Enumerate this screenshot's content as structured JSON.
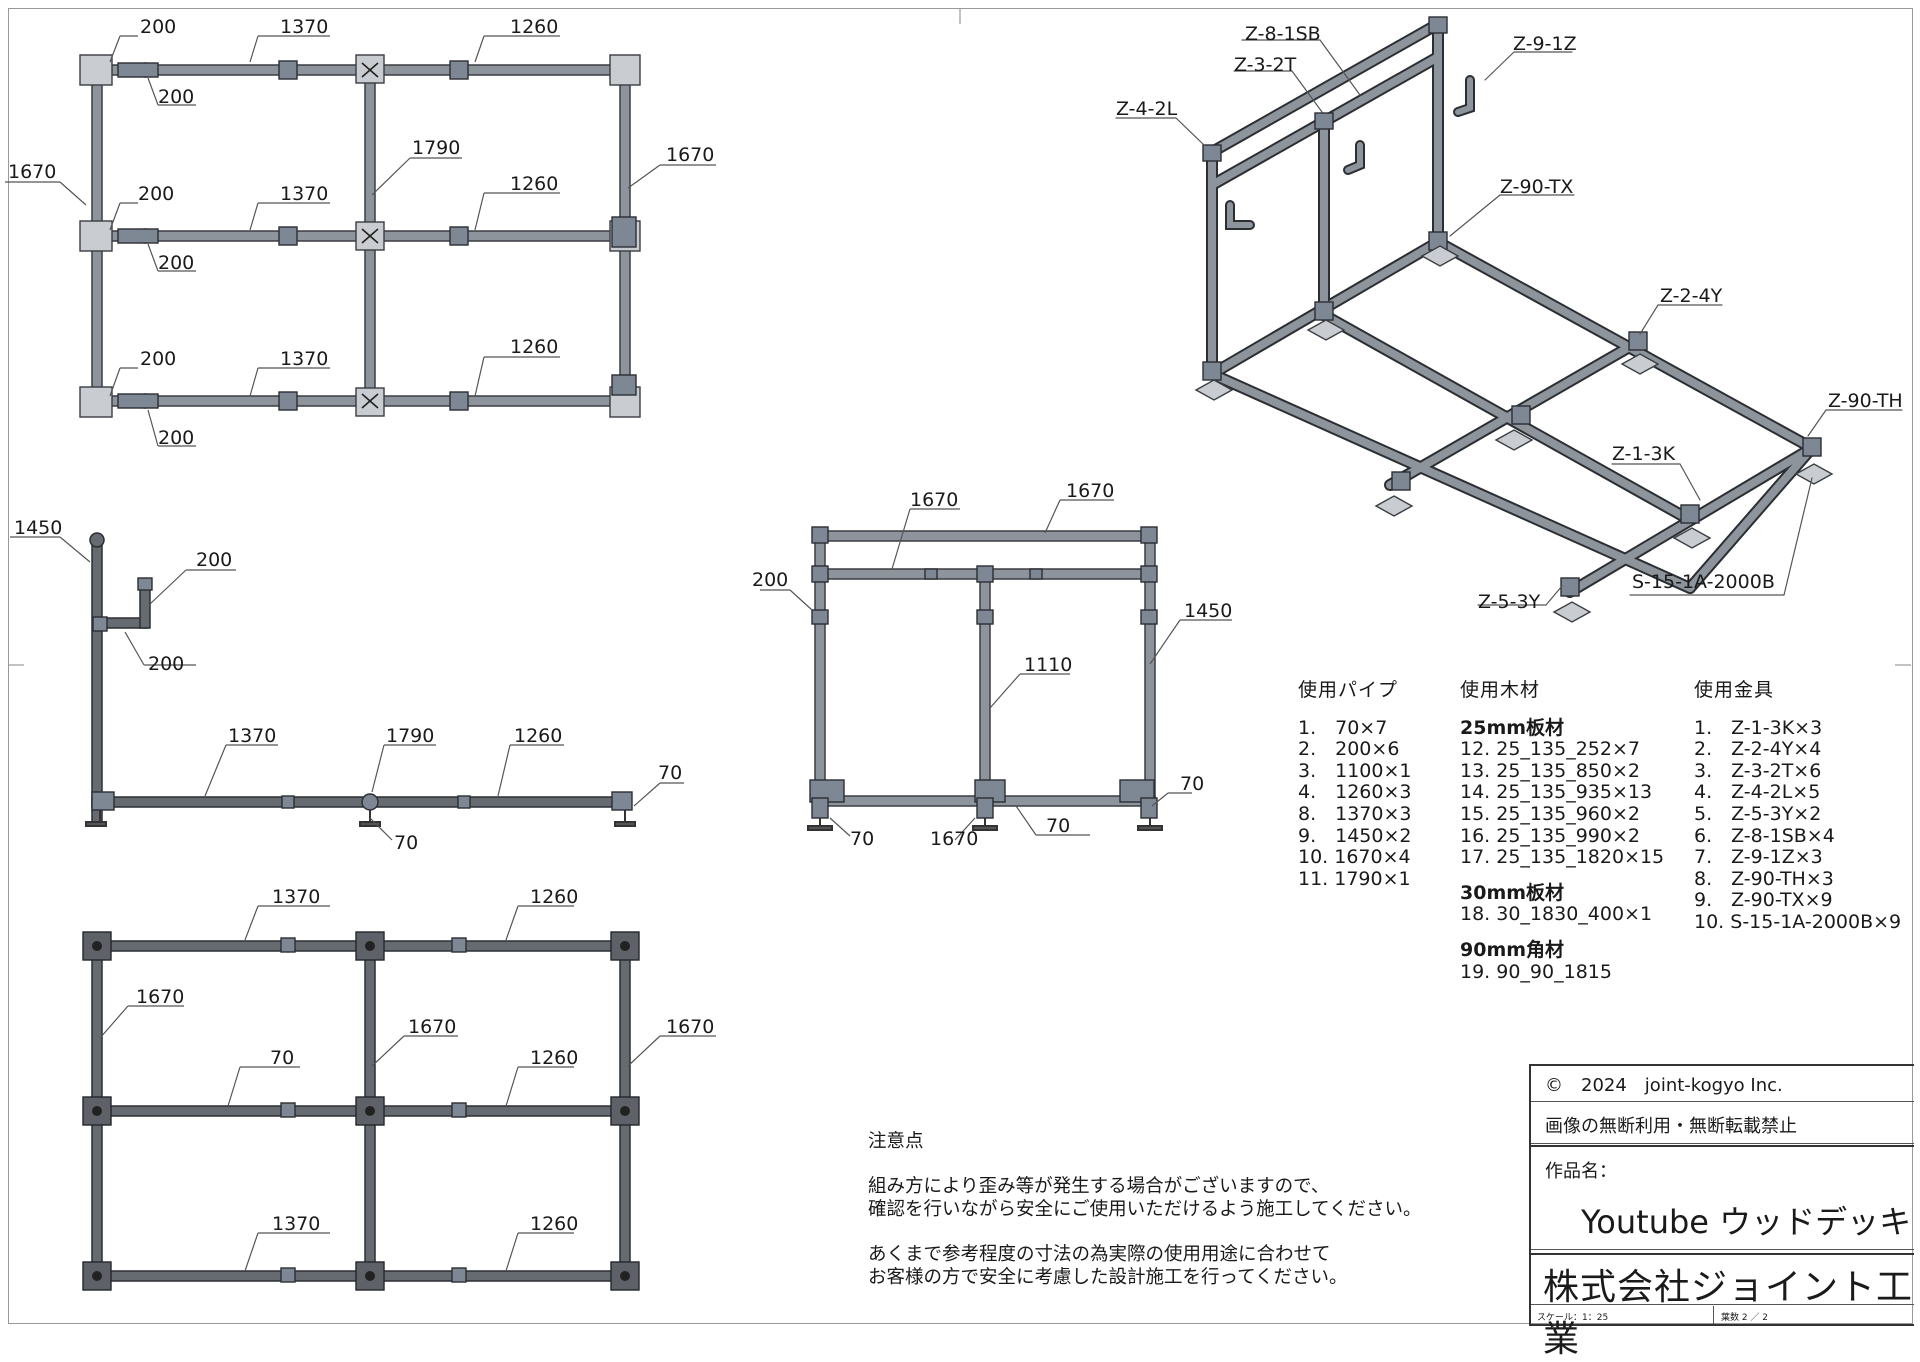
{
  "dims": {
    "top_view": [
      "200",
      "1370",
      "1260",
      "200",
      "1670",
      "200",
      "1370",
      "1790",
      "1260",
      "1670",
      "200",
      "200",
      "1370",
      "1260",
      "200"
    ],
    "side_view": [
      "1450",
      "200",
      "200",
      "1370",
      "1790",
      "1260",
      "70",
      "70"
    ],
    "bottom_view": [
      "1370",
      "1260",
      "1670",
      "1670",
      "1670",
      "70",
      "1260",
      "1370",
      "1260"
    ],
    "front_view": [
      "1670",
      "1670",
      "200",
      "1450",
      "1110",
      "70",
      "70",
      "1670",
      "70"
    ],
    "iso": [
      "Z-8-1SB",
      "Z-9-1Z",
      "Z-3-2T",
      "Z-4-2L",
      "Z-90-TX",
      "Z-2-4Y",
      "Z-90-TH",
      "Z-1-3K",
      "S-15-1A-2000B",
      "Z-5-3Y"
    ]
  },
  "bom": {
    "pipes_title": "使用パイプ",
    "pipes": [
      "1.　70×7",
      "2.　200×6",
      "3.　1100×1",
      "4.　1260×3",
      "8.　1370×3",
      "9.　1450×2",
      "10. 1670×4",
      "11. 1790×1"
    ],
    "wood_title": "使用木材",
    "wood_group1": "25mm板材",
    "wood1": [
      "12. 25_135_252×7",
      "13. 25_135_850×2",
      "14. 25_135_935×13",
      "15. 25_135_960×2",
      "16. 25_135_990×2",
      "17. 25_135_1820×15"
    ],
    "wood_group2": "30mm板材",
    "wood2": [
      "18. 30_1830_400×1"
    ],
    "wood_group3": "90mm角材",
    "wood3": [
      "19. 90_90_1815"
    ],
    "fittings_title": "使用金具",
    "fittings": [
      "1.　Z-1-3K×3",
      "2.　Z-2-4Y×4",
      "3.　Z-3-2T×6",
      "4.　Z-4-2L×5",
      "5.　Z-5-3Y×2",
      "6.　Z-8-1SB×4",
      "7.　Z-9-1Z×3",
      "8.　Z-90-TH×3",
      "9.　Z-90-TX×9",
      "10. S-15-1A-2000B×9"
    ]
  },
  "notes": {
    "title": "注意点",
    "p1": [
      "組み方により歪み等が発生する場合がございますので、",
      "確認を行いながら安全にご使用いただけるよう施工してください。"
    ],
    "p2": [
      "あくまで参考程度の寸法の為実際の使用用途に合わせて",
      "お客様の方で安全に考慮した設計施工を行ってください。"
    ]
  },
  "title_block": {
    "copyright": "©　2024　joint-kogyo Inc.",
    "notice": "画像の無断利用・無断転載禁止",
    "work_label": "作品名：",
    "work_name": "Youtube ウッドデッキ",
    "company": "株式会社ジョイント工業",
    "scale": "スケール：1：25",
    "sheet": "葉数 2 ／ 2"
  },
  "colors": {
    "pipe": "#8e949c",
    "pipe_dark": "#666b72",
    "line": "#2b2e33"
  }
}
